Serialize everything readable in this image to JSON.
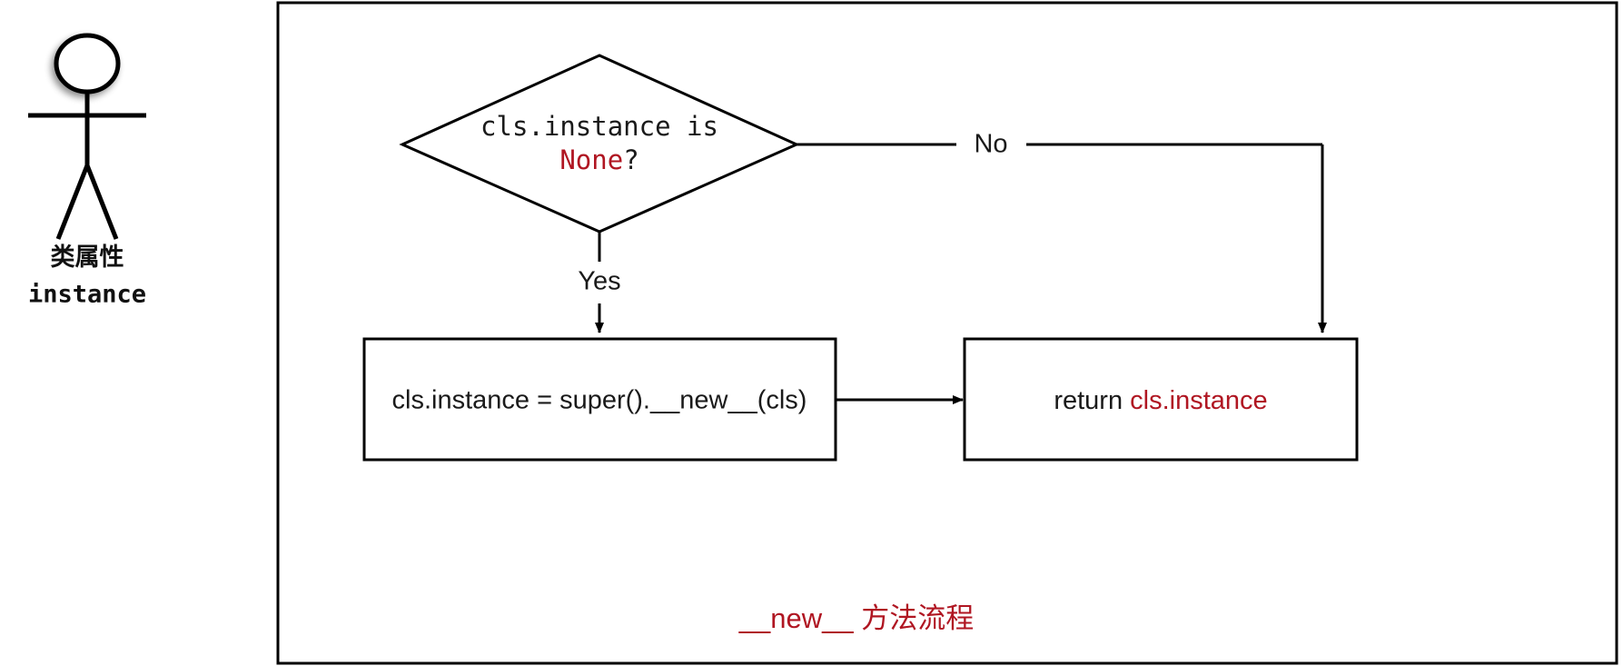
{
  "diagram": {
    "type": "flowchart",
    "title_caption": "__new__ 方法流程",
    "colors": {
      "stroke": "#000000",
      "text": "#1a1a1a",
      "accent_red": "#b01622",
      "background": "#ffffff"
    },
    "actor": {
      "name": "class-attribute-actor",
      "label_line1": "类属性",
      "label_line2": "instance"
    },
    "frame": {
      "name": "diagram-frame"
    },
    "nodes": [
      {
        "id": "decision",
        "shape": "diamond",
        "text_line1": "cls.instance is",
        "text_line2_red": "None",
        "text_line2_suffix": "?"
      },
      {
        "id": "create-instance",
        "shape": "rect",
        "text": "cls.instance = super().__new__(cls)"
      },
      {
        "id": "return-instance",
        "shape": "rect",
        "text_prefix": "return ",
        "text_red": "cls.instance"
      }
    ],
    "edges": [
      {
        "id": "edge-yes",
        "label": "Yes",
        "from": "decision",
        "to": "create-instance"
      },
      {
        "id": "edge-no",
        "label": "No",
        "from": "decision",
        "to": "return-instance"
      },
      {
        "id": "edge-create-to-return",
        "label": "",
        "from": "create-instance",
        "to": "return-instance"
      }
    ]
  }
}
